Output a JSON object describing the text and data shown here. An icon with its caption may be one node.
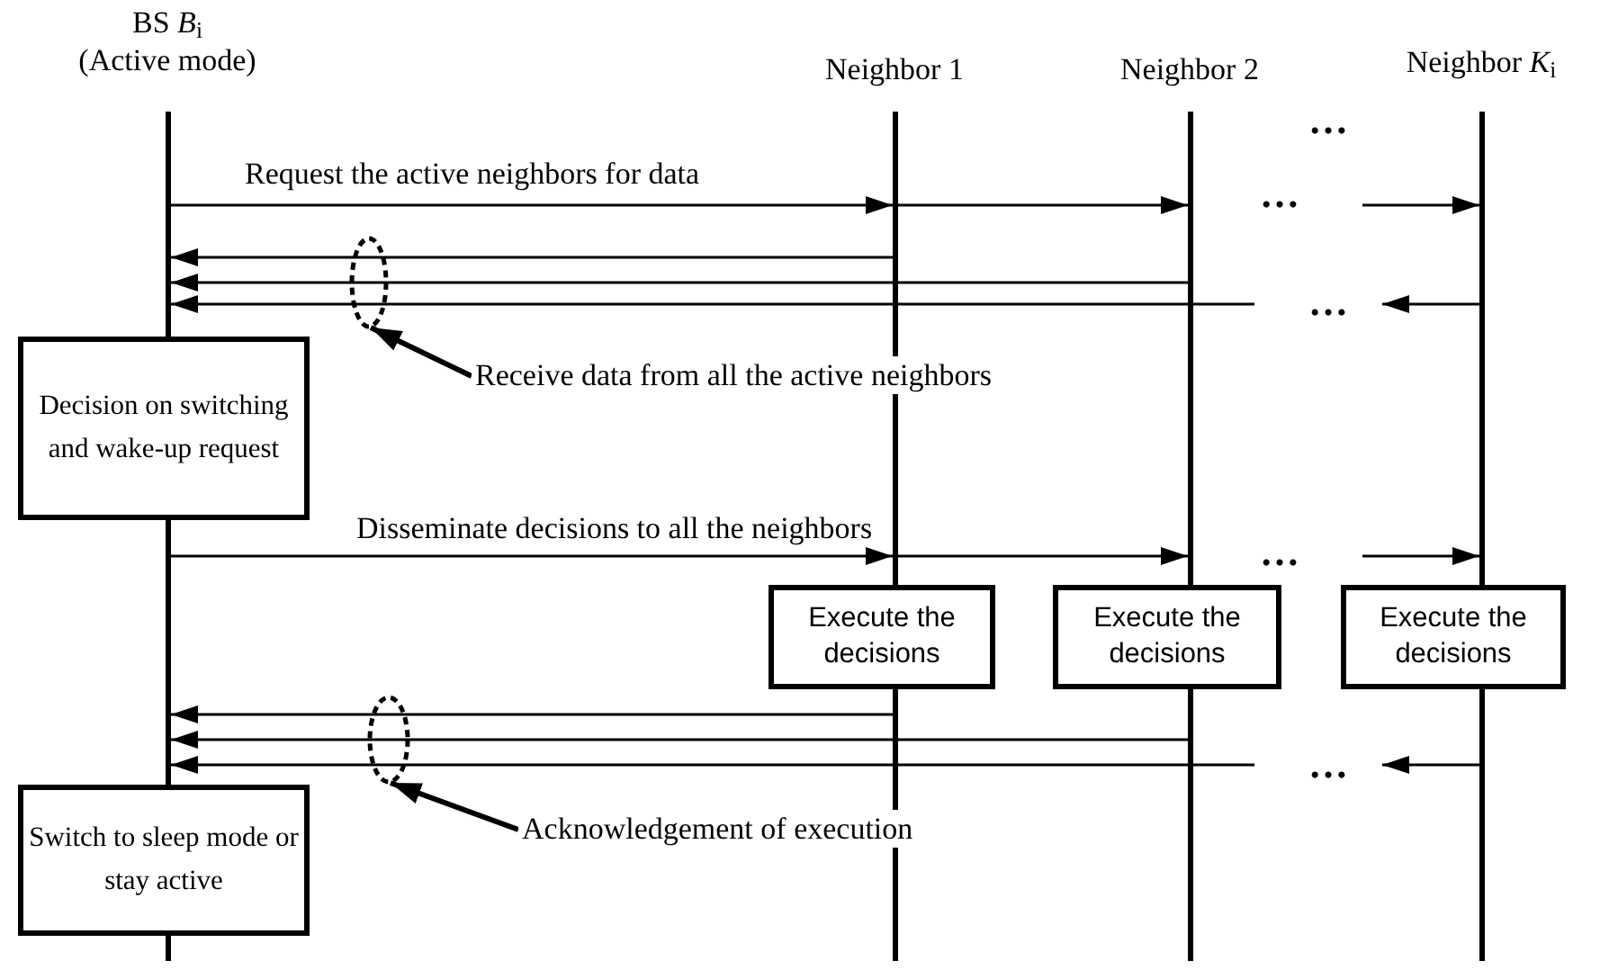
{
  "diagram": {
    "nodes": [
      {
        "text": [],
        "shape": "bar",
        "beside": [
          "BS *B*$_{i}$",
          "(Active mode)"
        ]
      },
      {
        "text": [],
        "shape": "bar",
        "beside": [
          "Neighbor 1"
        ]
      },
      {
        "text": [],
        "shape": "bar",
        "beside": [
          "Neighbor 2"
        ]
      },
      {
        "text": [],
        "shape": "bar",
        "beside": [
          "Neighbor *K*$_{i}$"
        ]
      },
      {
        "text": [
          "Receive data from all the active neighbors"
        ]
      },
      {
        "text": [
          "Decision on switching and wake-up request"
        ]
      },
      {
        "text": [
          "Execute the decisions"
        ]
      },
      {
        "text": [
          "Execute the decisions"
        ]
      },
      {
        "text": [
          "Execute the decisions"
        ]
      },
      {
        "text": [
          "Acknowledgement of execution"
        ]
      },
      {
        "text": [
          "Switch to sleep mode or stay active"
        ]
      }
    ],
    "edges": [
      {
        "from": 0,
        "to": 1,
        "arrow": "to",
        "label": "Request the active neighbors for data"
      },
      {
        "from": 1,
        "to": 2,
        "arrow": "to"
      },
      {
        "from": null,
        "to": 3,
        "arrow": "to"
      },
      {
        "from": 1,
        "to": 0,
        "arrow": "to"
      },
      {
        "from": 2,
        "to": 0,
        "arrow": "to"
      },
      {
        "from": null,
        "to": 0,
        "arrow": "to"
      },
      {
        "from": 3,
        "to": null,
        "arrow": "to"
      },
      {
        "from": 4,
        "to": null,
        "arrow": "to",
        "style": "thick"
      },
      {
        "from": 0,
        "to": 1,
        "arrow": "to",
        "label": "Disseminate decisions to all the neighbors"
      },
      {
        "from": 1,
        "to": 2,
        "arrow": "to"
      },
      {
        "from": null,
        "to": 3,
        "arrow": "to"
      },
      {
        "from": 1,
        "to": 0,
        "arrow": "to"
      },
      {
        "from": 2,
        "to": 0,
        "arrow": "to"
      },
      {
        "from": null,
        "to": 0,
        "arrow": "to"
      },
      {
        "from": 3,
        "to": null,
        "arrow": "to"
      },
      {
        "from": 9,
        "to": null,
        "arrow": "to",
        "style": "thick"
      }
    ],
    "labels": [
      "…",
      "…",
      "…",
      "…",
      "…"
    ]
  }
}
